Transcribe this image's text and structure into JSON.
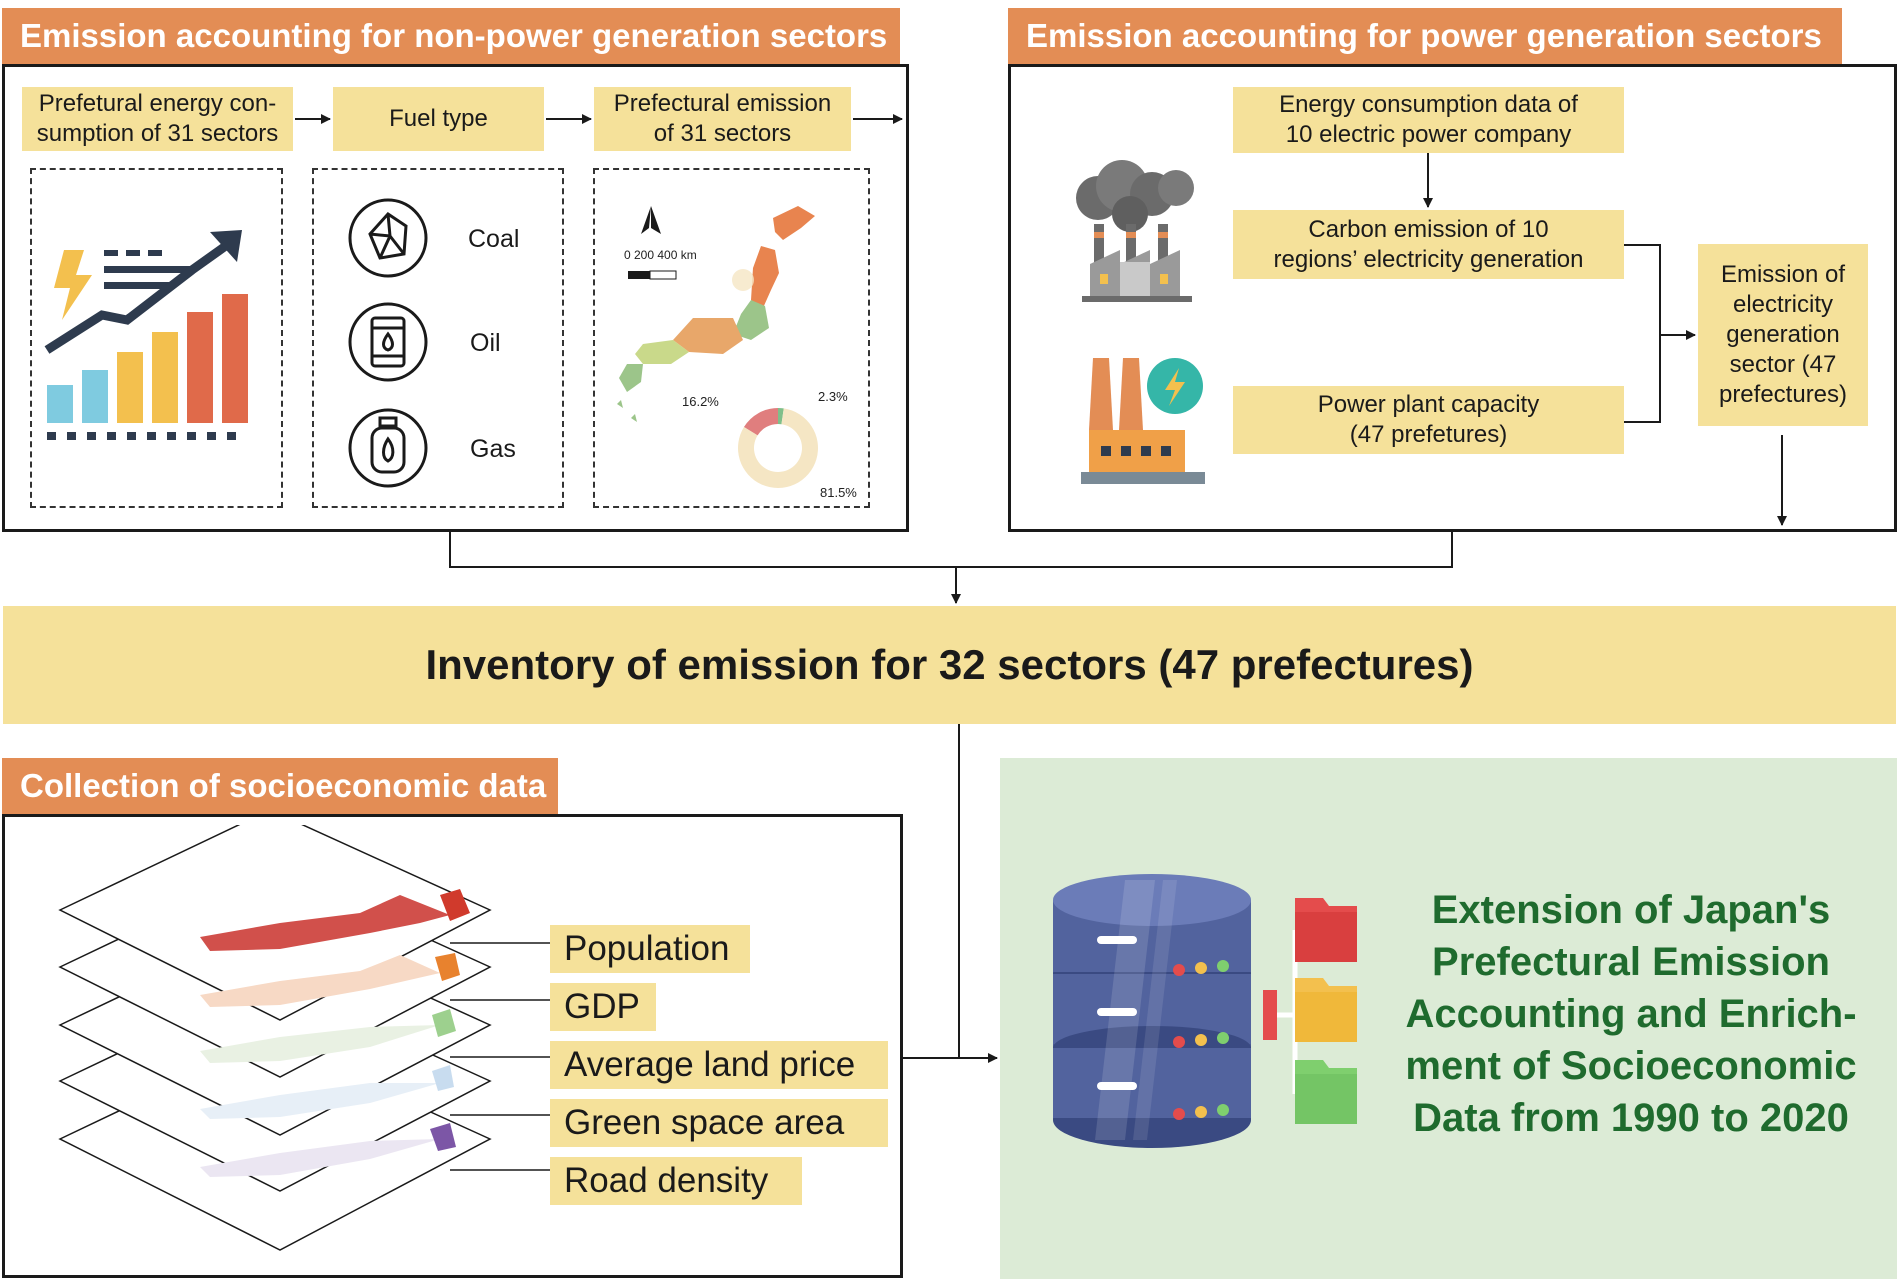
{
  "non_power": {
    "header": "Emission accounting for non-power generation sectors",
    "step1": "Prefetural energy con-\nsumption of 31 sectors",
    "step2": "Fuel type",
    "step3": "Prefectural emission\nof 31 sectors",
    "fuels": [
      "Coal",
      "Oil",
      "Gas"
    ],
    "map": {
      "scale_text": "0   200  400 km",
      "donut_labels": [
        "16.2%",
        "2.3%",
        "81.5%"
      ],
      "donut_values": [
        16.2,
        2.3,
        81.5
      ],
      "donut_colors": [
        "#e07e7e",
        "#7fbf8a",
        "#f5e6c4"
      ]
    }
  },
  "power": {
    "header": "Emission accounting for power generation sectors",
    "box1": "Energy consumption data of\n10 electric power company",
    "box2": "Carbon emission of 10\nregions’ electricity generation",
    "box3": "Power plant capacity\n(47 prefetures)",
    "box4": "Emission of\nelectricity\ngeneration\nsector (47\nprefectures)"
  },
  "inventory": {
    "title": "Inventory of emission for 32 sectors (47 prefectures)"
  },
  "socio": {
    "header": "Collection of socioeconomic data",
    "layers": [
      "Population",
      "GDP",
      "Average land price",
      "Green space area",
      "Road density"
    ]
  },
  "extension": {
    "title": "Extension of Japan's\nPrefectural Emission\nAccounting and Enrich-\nment of Socioeconomic\nData from 1990 to 2020"
  },
  "colors": {
    "header_orange": "#e38d55",
    "box_yellow": "#f5e19a",
    "panel_green": "#dcebd6",
    "title_green": "#1f6b2e"
  }
}
